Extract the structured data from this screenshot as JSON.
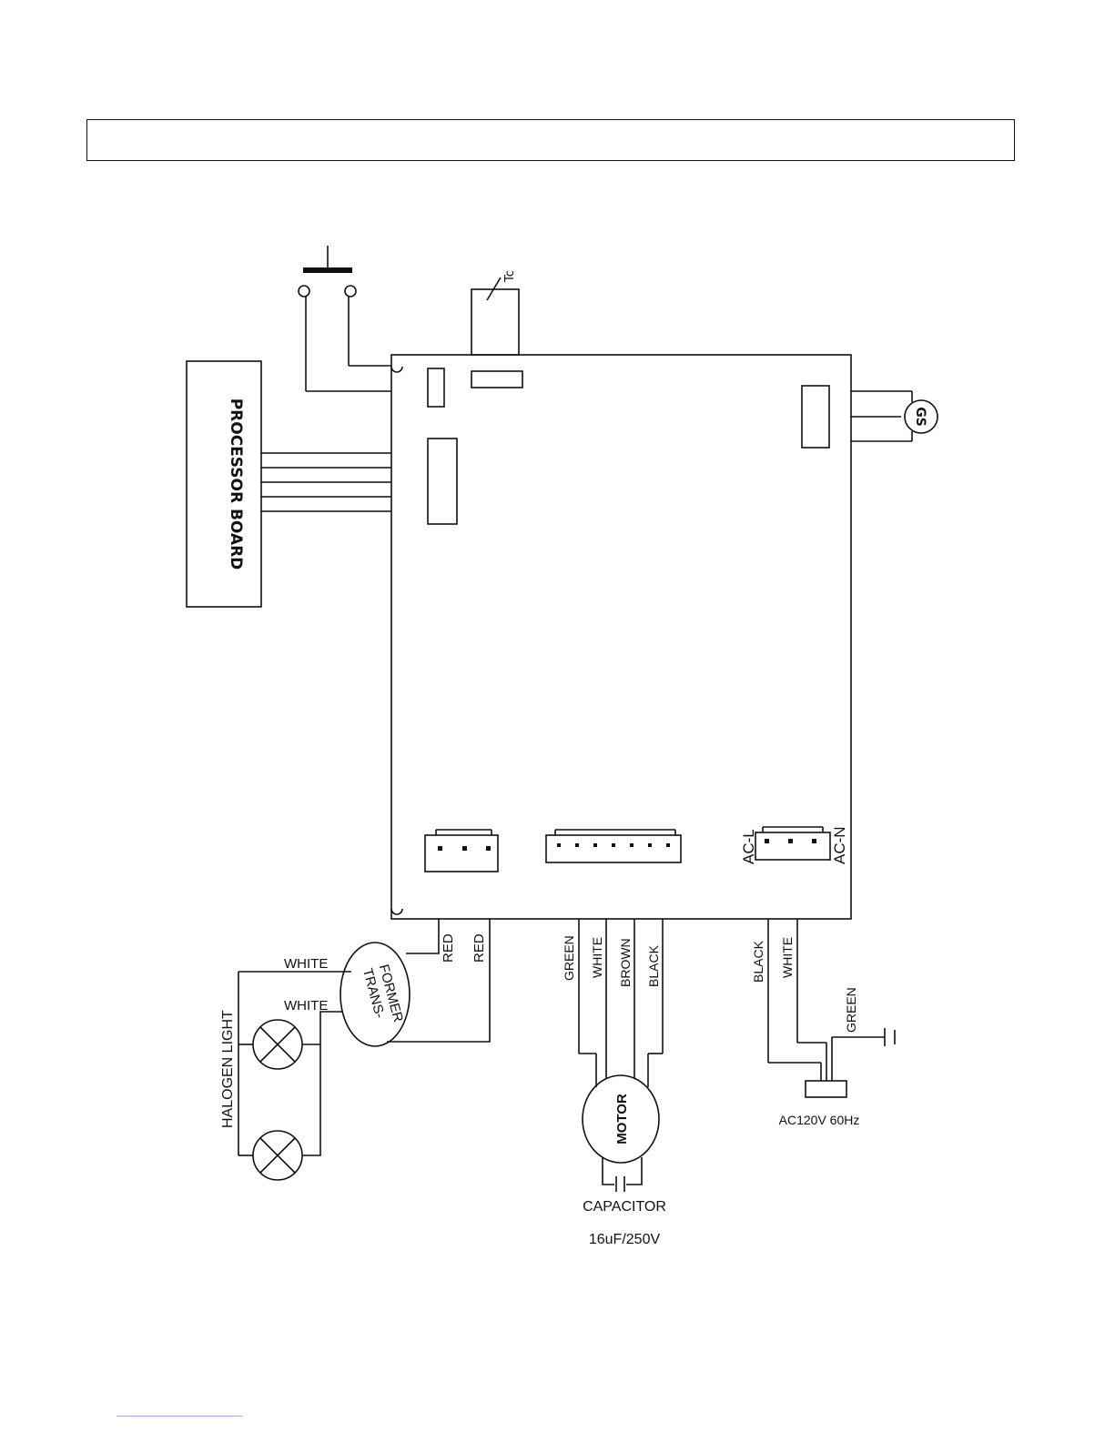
{
  "labels": {
    "processor_board": "PROCESSOR BOARD",
    "halogen_light": "HALOGEN LIGHT",
    "transformer_line1": "TRANS-",
    "transformer_line2": "FORMER",
    "motor": "MOTOR",
    "capacitor_line1": "CAPACITOR",
    "capacitor_line2": "16uF/250V",
    "power_supply": "AC120V 60Hz",
    "ac_l": "AC-L",
    "ac_n": "AC-N",
    "thermal": "Tc",
    "sensor": "GS"
  },
  "wires": {
    "white_top": "WHITE",
    "white_bottom": "WHITE",
    "red_1": "RED",
    "red_2": "RED",
    "green_motor": "GREEN",
    "white_motor": "WHITE",
    "brown_motor": "BROWN",
    "black_motor": "BLACK",
    "black_power": "BLACK",
    "white_power": "WHITE",
    "green_ground": "GREEN"
  },
  "colors": {
    "line": "#111111",
    "background": "#ffffff"
  }
}
